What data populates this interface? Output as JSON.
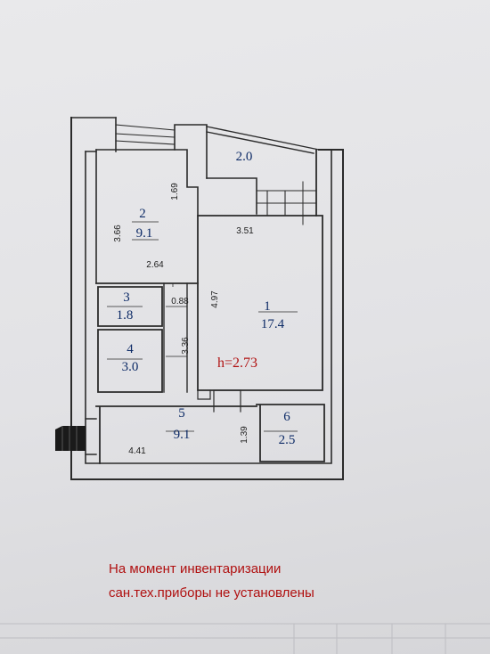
{
  "rooms": [
    {
      "number": "1",
      "area": "17.4"
    },
    {
      "number": "2",
      "area": "9.1"
    },
    {
      "number": "3",
      "area": "1.8"
    },
    {
      "number": "4",
      "area": "3.0"
    },
    {
      "number": "5",
      "area": "9.1"
    },
    {
      "number": "6",
      "area": "2.5"
    }
  ],
  "balcony_area": "2.0",
  "dimensions": [
    "3.66",
    "1.69",
    "2.64",
    "3.51",
    "4.97",
    "0.88",
    "3.36",
    "1.39",
    "4.41"
  ],
  "ceiling_height": "h=2.73",
  "note": {
    "line1": "На момент инвентаризации",
    "line2": "сан.тех.приборы не установлены"
  },
  "colors": {
    "walls": "#2b2b2b",
    "room_labels": "#0c2a66",
    "note": "#b01010"
  }
}
